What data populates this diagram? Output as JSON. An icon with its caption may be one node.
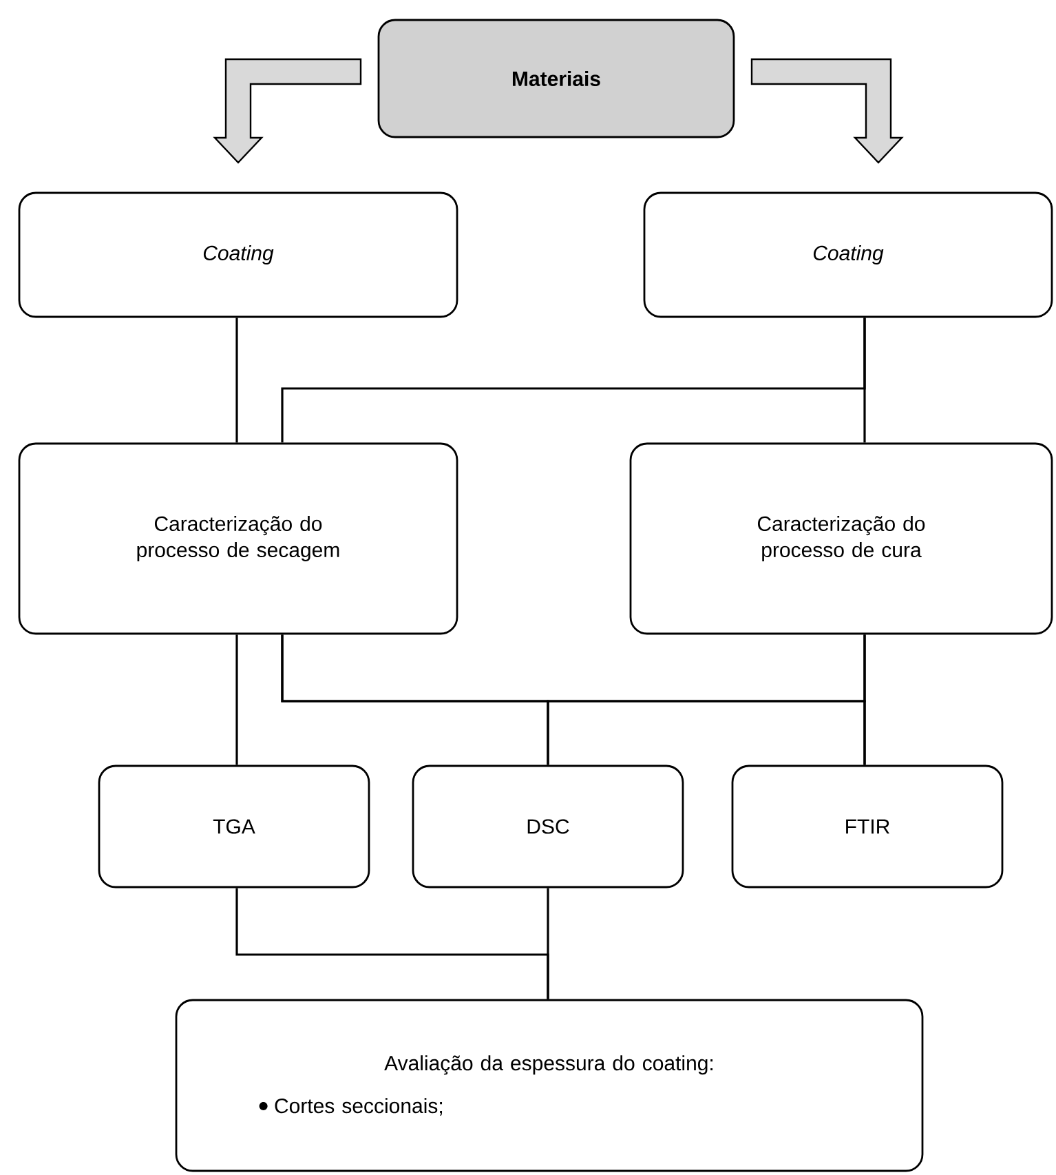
{
  "diagram": {
    "nodes": [
      {
        "text": [
          "Materiais"
        ]
      },
      {
        "text": [
          "Coating"
        ]
      },
      {
        "text": [
          "Coating"
        ]
      },
      {
        "text": [
          "Caracterização do processo de secagem"
        ]
      },
      {
        "text": [
          "Caracterização do processo de cura"
        ]
      },
      {
        "text": [
          "TGA"
        ]
      },
      {
        "text": [
          "DSC"
        ]
      },
      {
        "text": [
          "FTIR"
        ]
      },
      {
        "text": [
          "Avaliação da espessura do coating:",
          "Cortes seccionais;"
        ]
      }
    ],
    "edges": [
      {
        "from": 0,
        "to": 1,
        "arrow": "to",
        "style": "thick"
      },
      {
        "from": 0,
        "to": 2,
        "arrow": "to",
        "style": "thick"
      },
      {
        "from": 1,
        "to": 3,
        "arrow": "none"
      },
      {
        "from": 2,
        "to": 4,
        "arrow": "none"
      },
      {
        "from": 2,
        "to": 3,
        "arrow": "none"
      },
      {
        "from": 3,
        "to": 5,
        "arrow": "none"
      },
      {
        "from": 3,
        "to": 6,
        "arrow": "none"
      },
      {
        "from": 3,
        "to": 7,
        "arrow": "none"
      },
      {
        "from": 4,
        "to": 6,
        "arrow": "none"
      },
      {
        "from": 4,
        "to": 7,
        "arrow": "none"
      },
      {
        "from": 5,
        "to": 8,
        "arrow": "none"
      },
      {
        "from": 6,
        "to": 8,
        "arrow": "none"
      }
    ]
  }
}
